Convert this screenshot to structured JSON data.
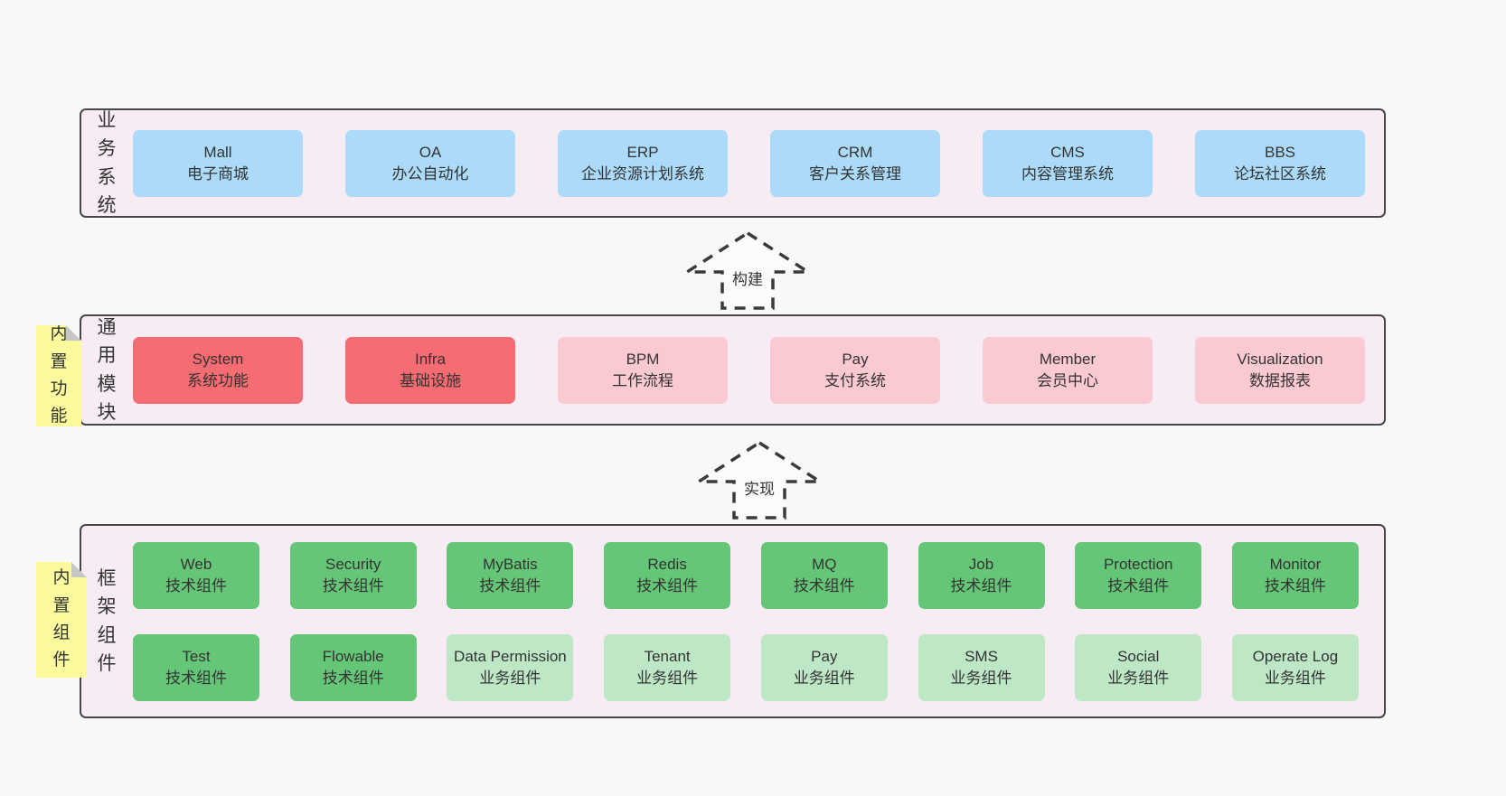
{
  "colors": {
    "page_bg": "#f8f8f8",
    "layer_bg": "#f7ecf4",
    "layer_border": "#474747",
    "blue_box": "#abdbf8",
    "red_box": "#f56c72",
    "pink_box": "#fbc9d2",
    "green_box": "#66c677",
    "light_green_box": "#bee7c6",
    "sticky_yellow": "#fbfb9e",
    "text": "#333333"
  },
  "arrows": [
    {
      "label": "构建"
    },
    {
      "label": "实现"
    }
  ],
  "layers": [
    {
      "id": "business-systems",
      "label": "业务系统",
      "boxes": [
        {
          "en": "Mall",
          "zh": "电子商城",
          "variant": "blue"
        },
        {
          "en": "OA",
          "zh": "办公自动化",
          "variant": "blue"
        },
        {
          "en": "ERP",
          "zh": "企业资源计划系统",
          "variant": "blue"
        },
        {
          "en": "CRM",
          "zh": "客户关系管理",
          "variant": "blue"
        },
        {
          "en": "CMS",
          "zh": "内容管理系统",
          "variant": "blue"
        },
        {
          "en": "BBS",
          "zh": "论坛社区系统",
          "variant": "blue"
        }
      ]
    },
    {
      "id": "common-modules",
      "label": "通用模块",
      "sticky": "内置功能",
      "boxes": [
        {
          "en": "System",
          "zh": "系统功能",
          "variant": "red"
        },
        {
          "en": "Infra",
          "zh": "基础设施",
          "variant": "red"
        },
        {
          "en": "BPM",
          "zh": "工作流程",
          "variant": "pink"
        },
        {
          "en": "Pay",
          "zh": "支付系统",
          "variant": "pink"
        },
        {
          "en": "Member",
          "zh": "会员中心",
          "variant": "pink"
        },
        {
          "en": "Visualization",
          "zh": "数据报表",
          "variant": "pink"
        }
      ]
    },
    {
      "id": "framework-components",
      "label": "框架组件",
      "sticky": "内置组件",
      "rows": [
        [
          {
            "en": "Web",
            "zh": "技术组件",
            "variant": "green"
          },
          {
            "en": "Security",
            "zh": "技术组件",
            "variant": "green"
          },
          {
            "en": "MyBatis",
            "zh": "技术组件",
            "variant": "green"
          },
          {
            "en": "Redis",
            "zh": "技术组件",
            "variant": "green"
          },
          {
            "en": "MQ",
            "zh": "技术组件",
            "variant": "green"
          },
          {
            "en": "Job",
            "zh": "技术组件",
            "variant": "green"
          },
          {
            "en": "Protection",
            "zh": "技术组件",
            "variant": "green"
          },
          {
            "en": "Monitor",
            "zh": "技术组件",
            "variant": "green"
          }
        ],
        [
          {
            "en": "Test",
            "zh": "技术组件",
            "variant": "green"
          },
          {
            "en": "Flowable",
            "zh": "技术组件",
            "variant": "green"
          },
          {
            "en": "Data Permission",
            "zh": "业务组件",
            "variant": "lgreen"
          },
          {
            "en": "Tenant",
            "zh": "业务组件",
            "variant": "lgreen"
          },
          {
            "en": "Pay",
            "zh": "业务组件",
            "variant": "lgreen"
          },
          {
            "en": "SMS",
            "zh": "业务组件",
            "variant": "lgreen"
          },
          {
            "en": "Social",
            "zh": "业务组件",
            "variant": "lgreen"
          },
          {
            "en": "Operate Log",
            "zh": "业务组件",
            "variant": "lgreen"
          }
        ]
      ]
    }
  ]
}
